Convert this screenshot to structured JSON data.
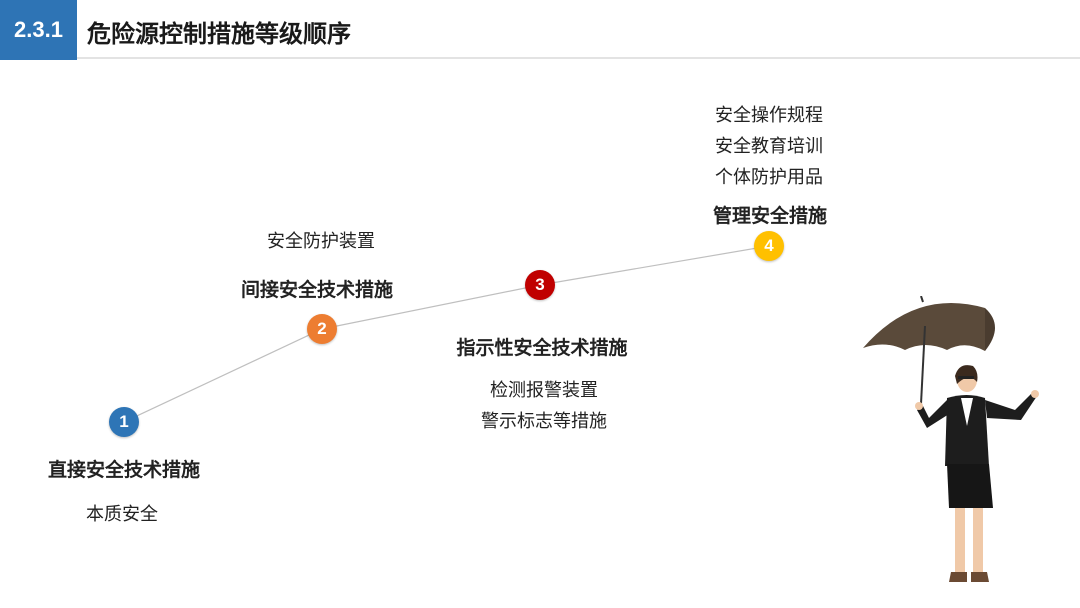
{
  "header": {
    "section_number": "2.3.1",
    "title": "危险源控制措施等级顺序"
  },
  "steps": [
    {
      "number": "1",
      "title": "直接安全技术措施",
      "items": [
        "本质安全"
      ],
      "color": "#2e75b6"
    },
    {
      "number": "2",
      "title": "间接安全技术措施",
      "items": [
        "安全防护装置"
      ],
      "color": "#ed7d31"
    },
    {
      "number": "3",
      "title": "指示性安全技术措施",
      "items": [
        "检测报警装置",
        "警示标志等措施"
      ],
      "color": "#c00000"
    },
    {
      "number": "4",
      "title": "管理安全措施",
      "items": [
        "安全操作规程",
        "安全教育培训",
        "个体防护用品"
      ],
      "color": "#ffc000"
    }
  ]
}
